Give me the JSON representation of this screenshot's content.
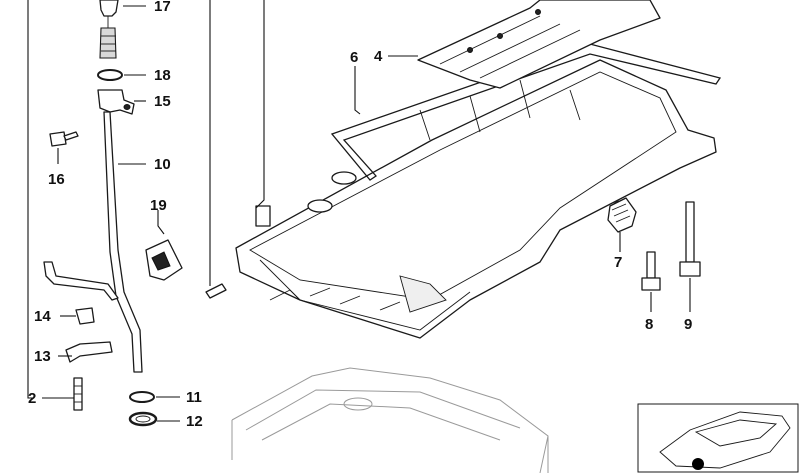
{
  "callouts": [
    {
      "id": "c17",
      "text": "17"
    },
    {
      "id": "c18",
      "text": "18"
    },
    {
      "id": "c15",
      "text": "15"
    },
    {
      "id": "c16",
      "text": "16"
    },
    {
      "id": "c10",
      "text": "10"
    },
    {
      "id": "c19",
      "text": "19"
    },
    {
      "id": "c14",
      "text": "14"
    },
    {
      "id": "c13",
      "text": "13"
    },
    {
      "id": "c2",
      "text": "2"
    },
    {
      "id": "c11",
      "text": "11"
    },
    {
      "id": "c12",
      "text": "12"
    },
    {
      "id": "c6",
      "text": "6"
    },
    {
      "id": "c4",
      "text": "4"
    },
    {
      "id": "c7",
      "text": "7"
    },
    {
      "id": "c8",
      "text": "8"
    },
    {
      "id": "c9",
      "text": "9"
    }
  ]
}
